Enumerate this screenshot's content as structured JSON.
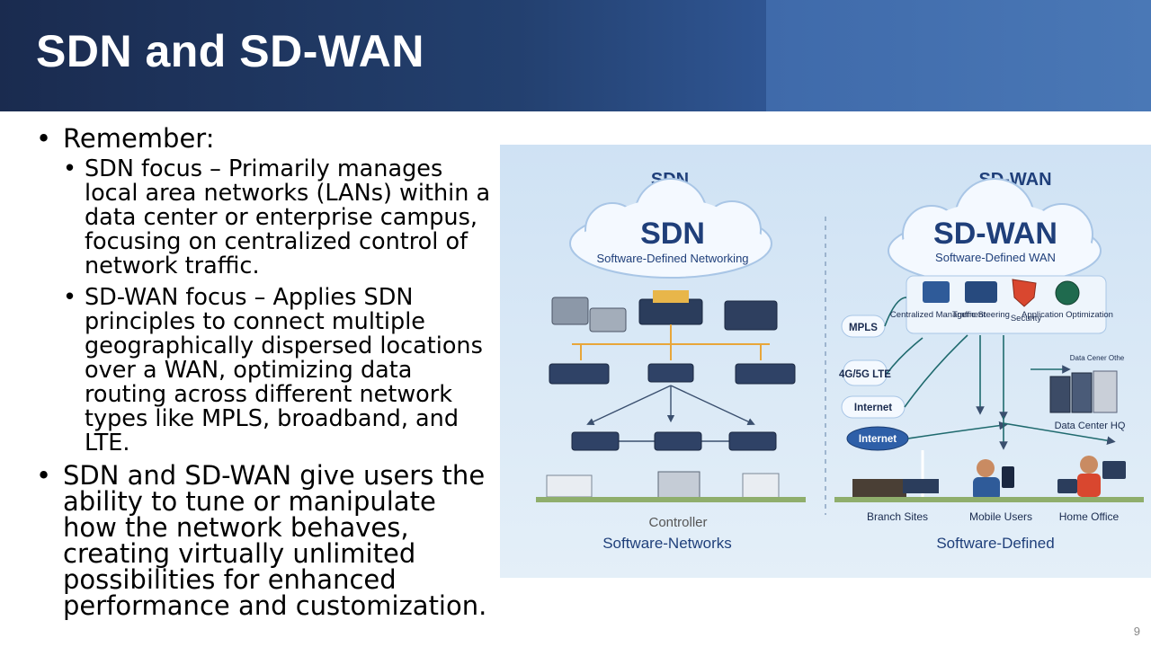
{
  "slide": {
    "title": "SDN and SD-WAN",
    "page_number": "9",
    "bullets": {
      "remember": "Remember:",
      "sdn_focus": "SDN focus – Primarily manages local area networks (LANs) within a data center or enterprise campus, focusing on centralized control of network traffic.",
      "sdwan_focus": "SD-WAN focus – Applies SDN principles to connect multiple geographically dispersed locations over a WAN, optimizing data routing across different network types like MPLS, broadband, and LTE.",
      "summary": "SDN and SD-WAN give users the ability to tune or manipulate how the network behaves, creating virtually unlimited possibilities for enhanced performance and customization."
    }
  },
  "figure": {
    "left": {
      "heading": "SDN",
      "cloud_title": "SDN",
      "cloud_subtitle": "Software-Defined Networking",
      "controller_label": "Controller",
      "footer": "Software-Networks"
    },
    "right": {
      "heading": "SD-WAN",
      "cloud_title": "SD-WAN",
      "cloud_subtitle": "Software-Defined WAN",
      "features": [
        "Centralized Management",
        "Traffic Steering",
        "Security",
        "Application Optimization"
      ],
      "links": [
        "MPLS",
        "4G/5G LTE",
        "Internet",
        "Internet"
      ],
      "data_center_small": "Data Cener Othe",
      "data_center_hq": "Data Center HQ",
      "sites": [
        "Branch Sites",
        "Mobile Users",
        "Home Office"
      ],
      "footer": "Software-Defined"
    },
    "colors": {
      "background": "#d8e8f6",
      "accent": "#1f3f7a",
      "cloud": "#f4f9ff",
      "arrow": "#e8a63a"
    }
  }
}
